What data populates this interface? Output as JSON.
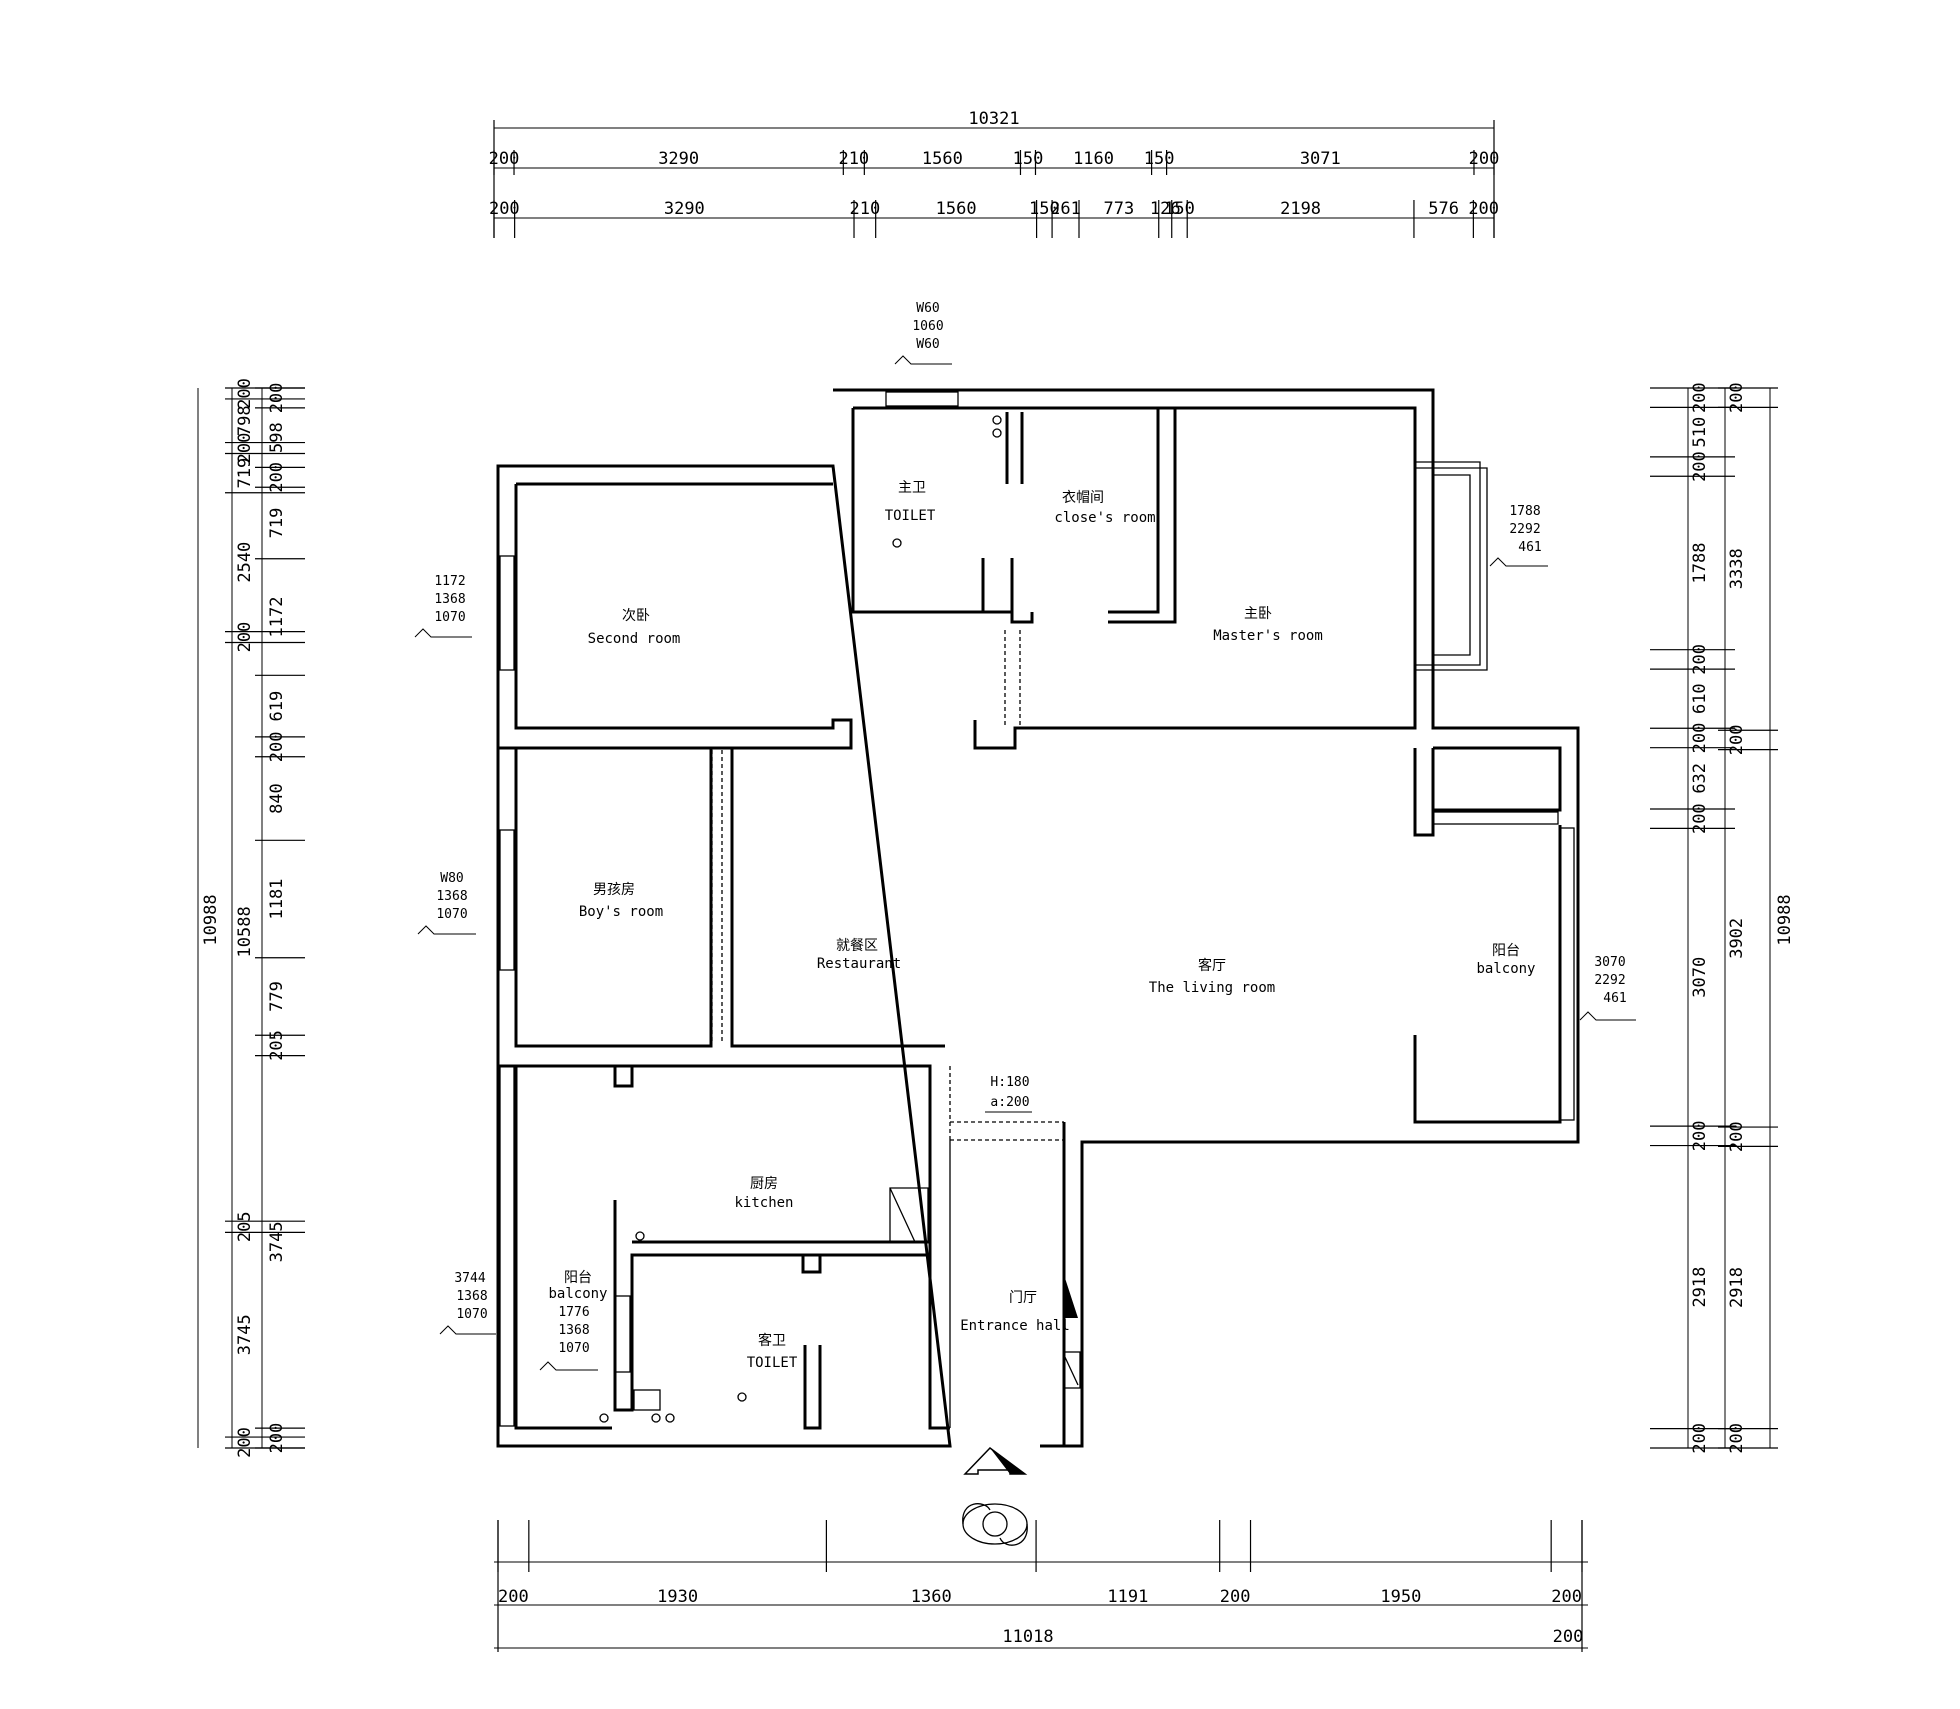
{
  "dimensions": {
    "top_total": "10321",
    "top_row1": [
      "200",
      "3290",
      "210",
      "1560",
      "150",
      "1160",
      "150",
      "3071",
      "200"
    ],
    "top_row2": [
      "200",
      "3290",
      "210",
      "1560",
      "150",
      "261",
      "773",
      "126",
      "150",
      "2198",
      "576",
      "200"
    ],
    "bottom_total": "11018",
    "bottom_row": [
      "200",
      "1930",
      "1360",
      "1191",
      "200",
      "1950",
      "200"
    ],
    "bottom_extra": "200",
    "left_total": "10988",
    "left_mid": [
      "200",
      "798",
      "200",
      "719",
      "2540",
      "200",
      "10588",
      "205",
      "3745",
      "200"
    ],
    "left_inner": [
      "200",
      "598",
      "200",
      "719",
      "1172",
      "619",
      "200",
      "840",
      "1181",
      "779",
      "205",
      "3745",
      "200"
    ],
    "right_total": "10988",
    "right_inner": [
      "200",
      "510",
      "200",
      "1788",
      "200",
      "610",
      "200",
      "632",
      "200",
      "3070",
      "200",
      "2918",
      "200"
    ],
    "right_mid": [
      "200",
      "3338",
      "200",
      "3902",
      "200",
      "2918",
      "200"
    ]
  },
  "rooms": [
    {
      "cn": "主卫",
      "en": "TOILET"
    },
    {
      "cn": "衣帽间",
      "en": "close's room"
    },
    {
      "cn": "主卧",
      "en": "Master's room"
    },
    {
      "cn": "次卧",
      "en": "Second room"
    },
    {
      "cn": "男孩房",
      "en": "Boy's room"
    },
    {
      "cn": "就餐区",
      "en": "Restaurant"
    },
    {
      "cn": "客厅",
      "en": "The living room"
    },
    {
      "cn": "阳台",
      "en": "balcony"
    },
    {
      "cn": "厨房",
      "en": "kitchen"
    },
    {
      "cn": "阳台",
      "en": "balcony"
    },
    {
      "cn": "客卫",
      "en": "TOILET"
    },
    {
      "cn": "门厅",
      "en": "Entrance hall"
    }
  ],
  "window_notes": {
    "top_toilet": [
      "W60",
      "1060",
      "W60"
    ],
    "master_bay": [
      "1788",
      "2292",
      "461"
    ],
    "second_left": [
      "1172",
      "1368",
      "1070"
    ],
    "boy_left": [
      "W80",
      "1368",
      "1070"
    ],
    "kitchen_left": [
      "3744",
      "1368",
      "1070"
    ],
    "balcony_inner": [
      "1776",
      "1368",
      "1070"
    ],
    "living_right": [
      "3070",
      "2292",
      "461"
    ],
    "door_note": [
      "H:180",
      "a:200"
    ]
  }
}
